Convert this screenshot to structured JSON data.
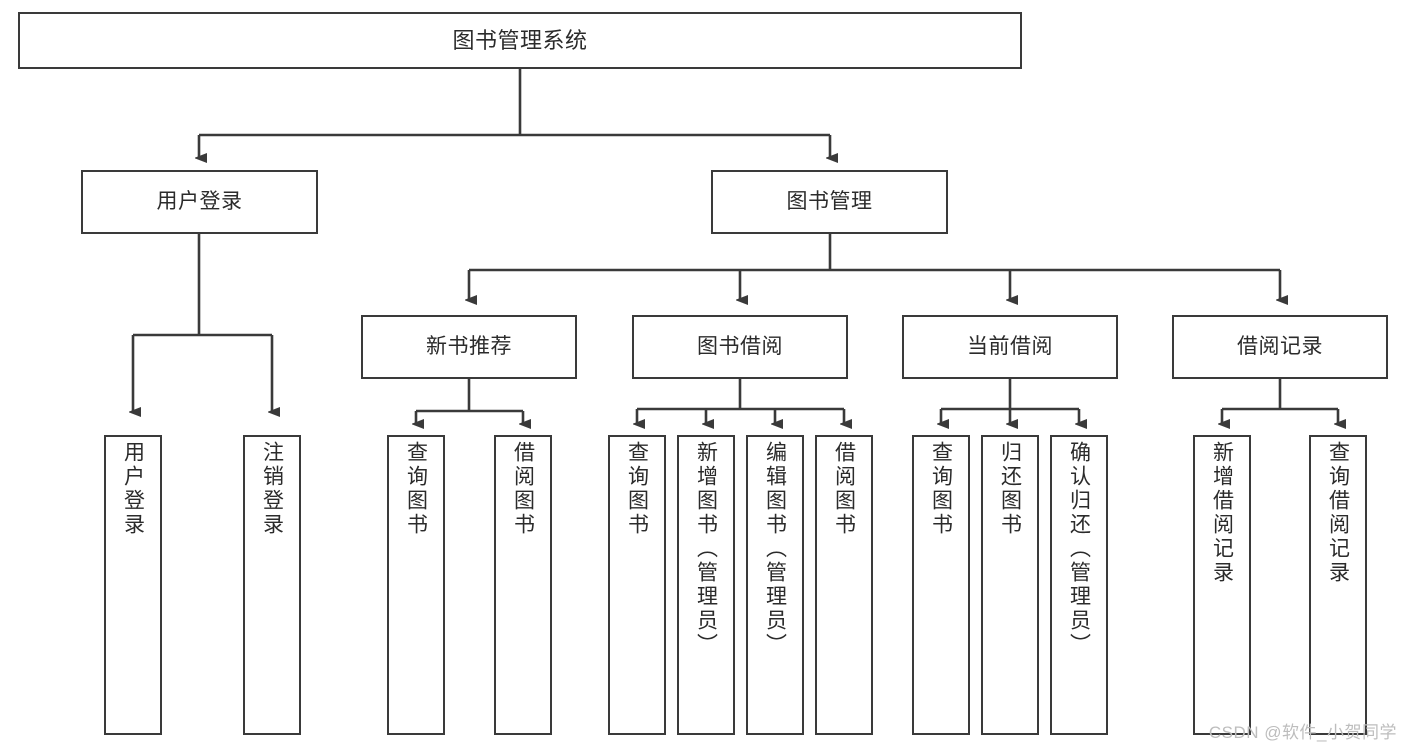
{
  "diagram": {
    "title": "图书管理系统",
    "type": "hierarchy-tree",
    "root": {
      "label": "图书管理系统"
    },
    "level1": [
      {
        "label": "用户登录"
      },
      {
        "label": "图书管理"
      }
    ],
    "level2": [
      {
        "label": "新书推荐"
      },
      {
        "label": "图书借阅"
      },
      {
        "label": "当前借阅"
      },
      {
        "label": "借阅记录"
      }
    ],
    "leaves": {
      "user_login": [
        {
          "label": "用户登录"
        },
        {
          "label": "注销登录"
        }
      ],
      "new_book_recommend": [
        {
          "label": "查询图书"
        },
        {
          "label": "借阅图书"
        }
      ],
      "book_borrow": [
        {
          "label": "查询图书"
        },
        {
          "label": "新增图书（管理员）"
        },
        {
          "label": "编辑图书（管理员）"
        },
        {
          "label": "借阅图书"
        }
      ],
      "current_borrow": [
        {
          "label": "查询图书"
        },
        {
          "label": "归还图书"
        },
        {
          "label": "确认归还（管理员）"
        }
      ],
      "borrow_record": [
        {
          "label": "新增借阅记录"
        },
        {
          "label": "查询借阅记录"
        }
      ]
    }
  },
  "watermark": {
    "text": "CSDN @软件_小贺同学"
  },
  "colors": {
    "stroke": "#3a3a3a",
    "text": "#2b2b2b",
    "background": "#ffffff",
    "watermark": "#bdbdbd"
  }
}
